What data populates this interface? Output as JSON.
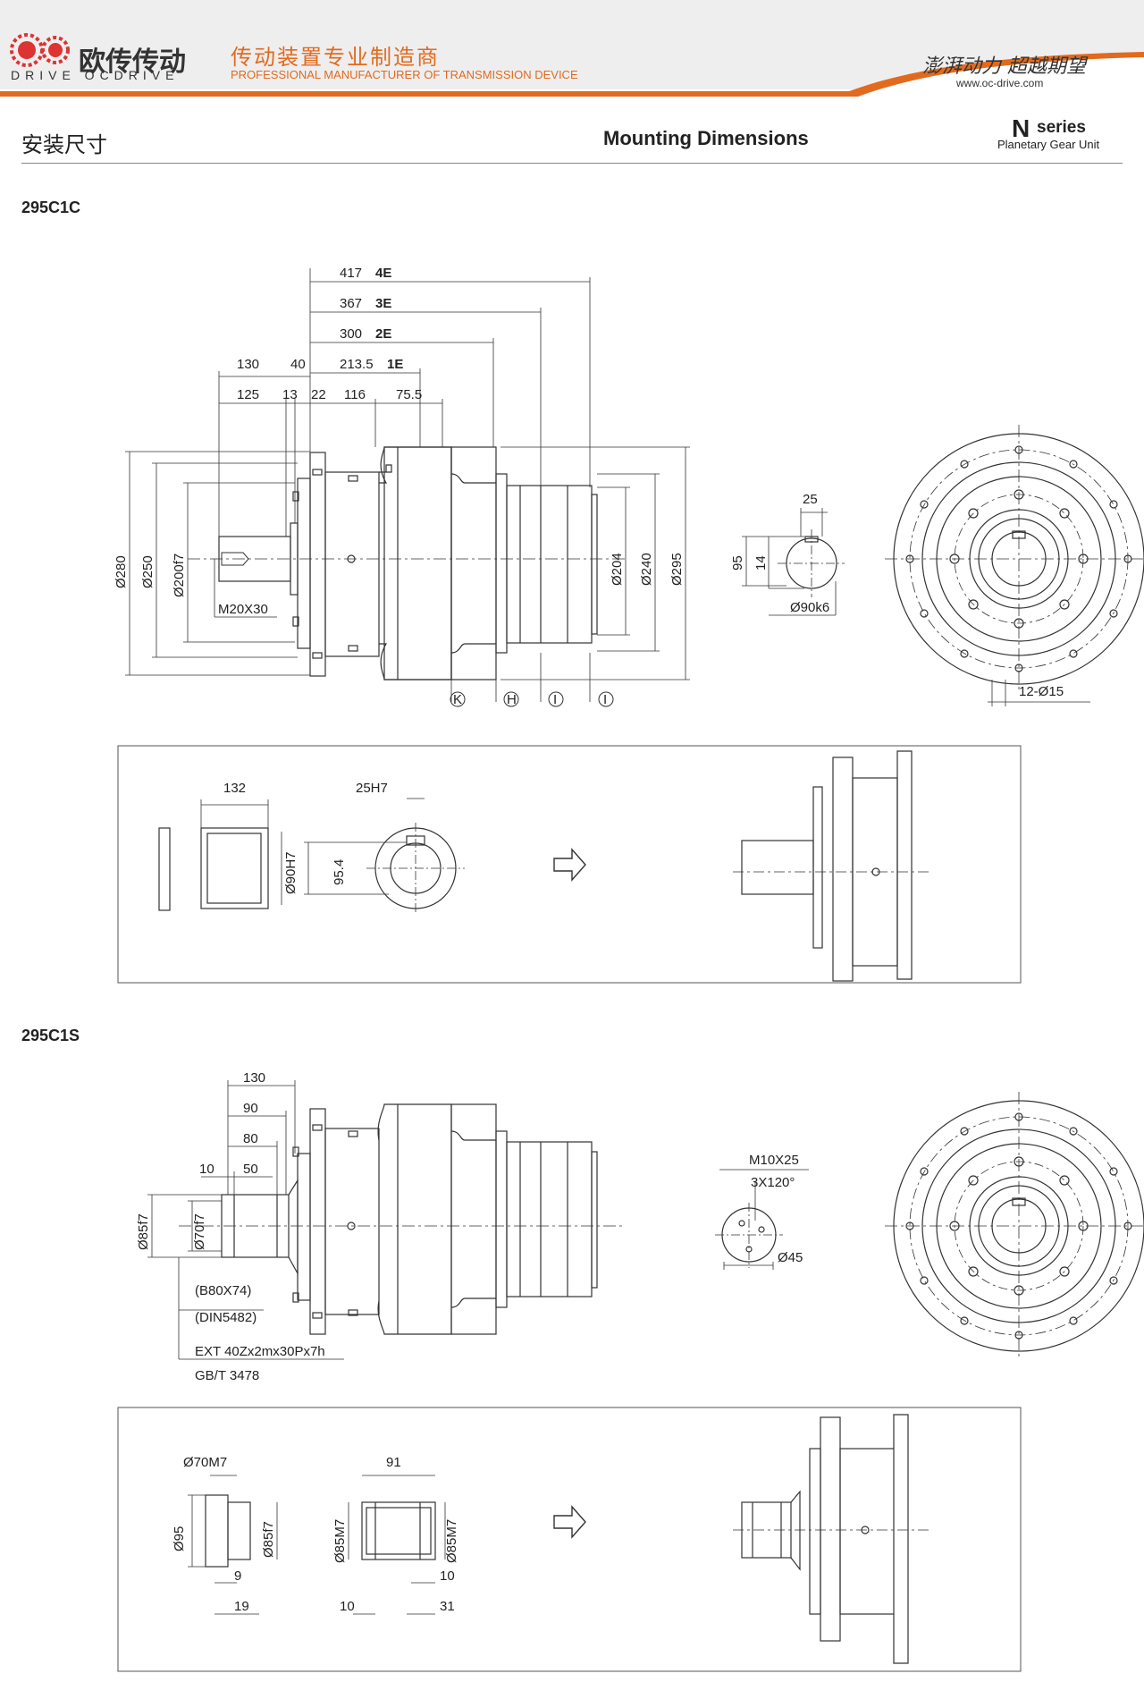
{
  "header": {
    "logo_cn": "欧传传动",
    "logo_en": "DRIVE OCDRIVE",
    "tagline_cn": "传动装置专业制造商",
    "tagline_en": "PROFESSIONAL MANUFACTURER OF TRANSMISSION DEVICE",
    "slogan": "澎湃动力 超越期望",
    "website": "www.oc-drive.com",
    "accent_color": "#e26a1e"
  },
  "page": {
    "title_cn": "安装尺寸",
    "title_en": "Mounting Dimensions",
    "series": "N",
    "series_word": "series",
    "series_sub": "Planetary Gear Unit"
  },
  "models": [
    {
      "name": "295C1C",
      "top_dims": [
        {
          "value": "417",
          "tag": "4E"
        },
        {
          "value": "367",
          "tag": "3E"
        },
        {
          "value": "300",
          "tag": "2E"
        },
        {
          "value": "213.5",
          "tag": "1E"
        }
      ],
      "row_a": [
        "130",
        "40"
      ],
      "row_b": [
        "125",
        "13",
        "22",
        "116",
        "75.5"
      ],
      "left_diams": [
        "Ø280",
        "Ø250",
        "Ø200f7"
      ],
      "thread": "M20X30",
      "right_diams": [
        "Ø204",
        "Ø240",
        "Ø295"
      ],
      "section_markers": [
        "K",
        "H",
        "I",
        "I"
      ],
      "key_dims": {
        "width": "25",
        "height": "95",
        "key": "14",
        "shaft": "Ø90k6"
      },
      "holes": "12-Ø15",
      "option": {
        "length": "132",
        "bore": "Ø90H7",
        "keyway": "25H7",
        "depth": "95.4"
      }
    },
    {
      "name": "295C1S",
      "len_dims": [
        "130",
        "90",
        "80",
        "10",
        "50"
      ],
      "diams": [
        "Ø85f7",
        "Ø70f7"
      ],
      "spline_notes": [
        "(B80X74)",
        "(DIN5482)",
        "EXT 40Zx2mx30Px7h",
        "GB/T 3478"
      ],
      "face": {
        "thread": "M10X25",
        "pattern": "3X120°",
        "pcd": "Ø45"
      },
      "option": {
        "bore": "Ø70M7",
        "outer": "Ø95",
        "spline": "Ø85f7",
        "w9": "9",
        "w19": "19",
        "len": "91",
        "m1": "Ø85M7",
        "m2": "Ø85M7",
        "e10a": "10",
        "e10b": "10",
        "e31": "31"
      }
    }
  ]
}
